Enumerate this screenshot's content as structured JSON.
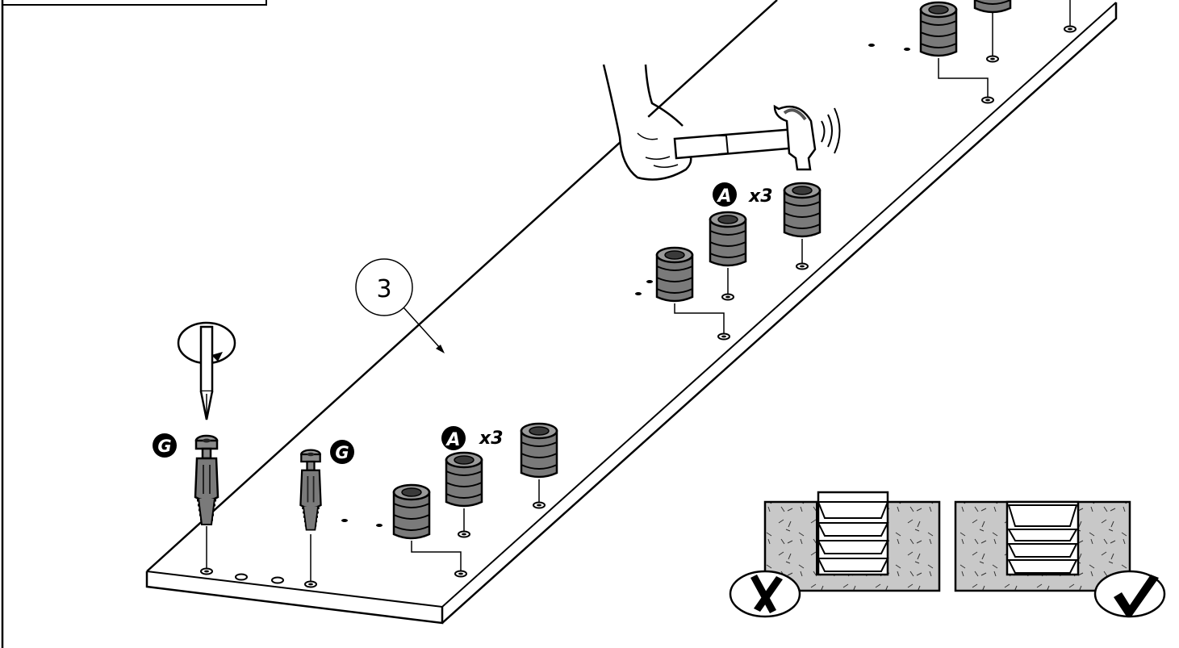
{
  "step": {
    "part_number": "3"
  },
  "parts": {
    "insert_letter": "A",
    "insert_quantity": "x3",
    "cam_bolt_letter": "G"
  },
  "icons": {
    "incorrect": "x-mark-icon",
    "correct": "check-mark-icon",
    "tool": "hammer-icon",
    "screwdriver": "screwdriver-icon"
  },
  "colors": {
    "line": "#000000",
    "insert_fill": "#7a7a7a",
    "concrete_fill": "#c8c8c8",
    "background": "#ffffff"
  }
}
